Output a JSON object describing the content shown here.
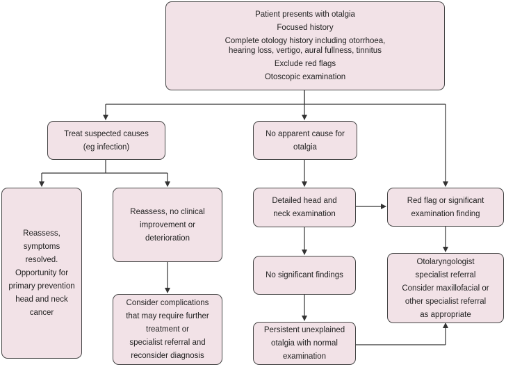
{
  "boxes": {
    "start": {
      "line1": "Patient presents with otalgia",
      "line2": "Focused history",
      "line3": "Complete otology history including otorrhoea,",
      "line4": "hearing loss, vertigo, aural fullness, tinnitus",
      "line5": "Exclude red flags",
      "line6": "Otoscopic examination"
    },
    "treat": {
      "line1": "Treat suspected causes",
      "line2": "(eg infection)"
    },
    "no_cause": {
      "line1": "No apparent cause for",
      "line2": "otalgia"
    },
    "resolved": {
      "line1": "Reassess,",
      "line2": "symptoms",
      "line3": "resolved.",
      "line4": "Opportunity for",
      "line5": "primary prevention",
      "line6": "head and neck",
      "line7": "cancer"
    },
    "no_improvement": {
      "line1": "Reassess, no clinical",
      "line2": "improvement or",
      "line3": "deterioration"
    },
    "detailed_exam": {
      "line1": "Detailed head and",
      "line2": "neck examination"
    },
    "red_flag": {
      "line1": "Red flag or significant",
      "line2": "examination finding"
    },
    "no_findings": {
      "line1": "No significant findings"
    },
    "specialist": {
      "line1": "Otolaryngologist",
      "line2": "specialist referral",
      "line3": "Consider maxillofacial or",
      "line4": "other specialist referral",
      "line5": "as appropriate"
    },
    "complications": {
      "line1": "Consider complications",
      "line2": "that may require further",
      "line3": "treatment or",
      "line4": "specialist referral and",
      "line5": "reconsider diagnosis"
    },
    "persistent": {
      "line1": "Persistent unexplained",
      "line2": "otalgia with normal",
      "line3": "examination"
    }
  },
  "colors": {
    "box_fill": "#f2e2e7",
    "box_border": "#444444",
    "arrow": "#333333"
  }
}
